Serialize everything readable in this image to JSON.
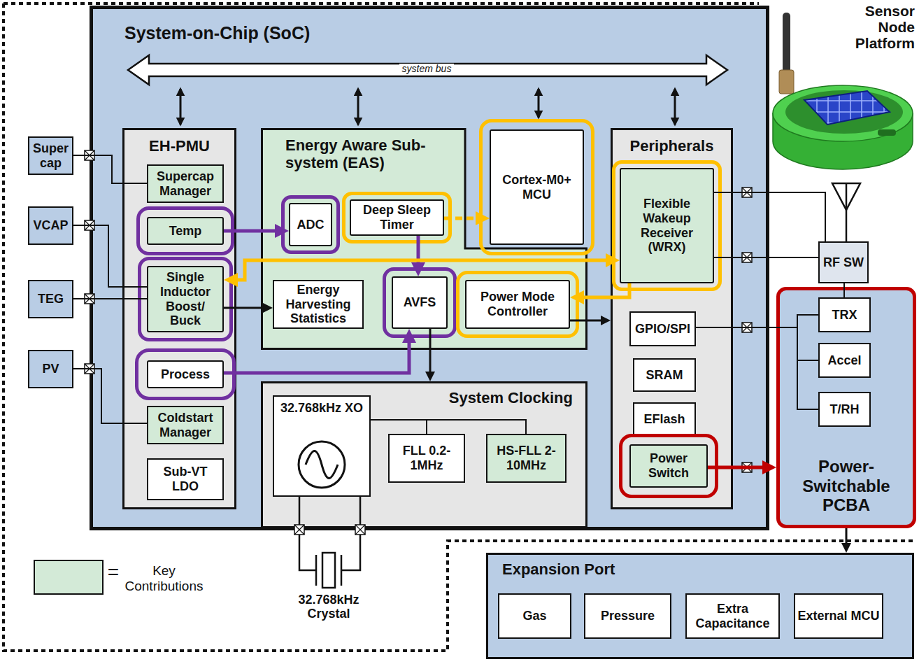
{
  "diagram": {
    "nodes": [
      {
        "text": [
          "System-on-Chip (SoC)"
        ]
      },
      {
        "text": [
          "EH-PMU"
        ],
        "in": 0
      },
      {
        "text": [
          "Supercap Manager"
        ],
        "in": 1
      },
      {
        "text": [
          "Temp"
        ],
        "in": 1
      },
      {
        "text": [
          "Single Inductor Boost/ Buck"
        ],
        "in": 1
      },
      {
        "text": [
          "Process"
        ],
        "in": 1
      },
      {
        "text": [
          "Coldstart Manager"
        ],
        "in": 1
      },
      {
        "text": [
          "Sub-VT LDO"
        ],
        "in": 1
      },
      {
        "text": [
          "Energy Aware Sub-system (EAS)"
        ],
        "in": 0
      },
      {
        "text": [
          "ADC"
        ],
        "in": 8
      },
      {
        "text": [
          "Deep Sleep Timer"
        ],
        "in": 8
      },
      {
        "text": [
          "Energy Harvesting Statistics"
        ],
        "in": 8
      },
      {
        "text": [
          "AVFS"
        ],
        "in": 8
      },
      {
        "text": [
          "Power Mode Controller"
        ],
        "in": 8
      },
      {
        "text": [
          "Cortex-M0+ MCU"
        ],
        "in": 0
      },
      {
        "text": [
          "Peripherals"
        ],
        "in": 0
      },
      {
        "text": [
          "Flexible Wakeup Receiver (WRX)"
        ],
        "in": 15
      },
      {
        "text": [
          "GPIO/SPI"
        ],
        "in": 15
      },
      {
        "text": [
          "SRAM"
        ],
        "in": 15
      },
      {
        "text": [
          "EFlash"
        ],
        "in": 15
      },
      {
        "text": [
          "Power Switch"
        ],
        "in": 15
      },
      {
        "text": [
          "System Clocking"
        ],
        "in": 0
      },
      {
        "text": [
          "32.768kHz XO"
        ],
        "in": 21
      },
      {
        "text": [
          "FLL 0.2-1MHz"
        ],
        "in": 21
      },
      {
        "text": [
          "HS-FLL 2-10MHz"
        ],
        "in": 21
      },
      {
        "text": [
          "Super cap"
        ]
      },
      {
        "text": [
          "VCAP"
        ]
      },
      {
        "text": [
          "TEG"
        ]
      },
      {
        "text": [
          "PV"
        ]
      },
      {
        "text": [
          "RF SW"
        ]
      },
      {
        "text": [
          "Power-Switchable PCBA"
        ]
      },
      {
        "text": [
          "TRX"
        ],
        "in": 30
      },
      {
        "text": [
          "Accel"
        ],
        "in": 30
      },
      {
        "text": [
          "T/RH"
        ],
        "in": 30
      },
      {
        "text": [
          "Expansion Port"
        ]
      },
      {
        "text": [
          "Gas"
        ],
        "in": 34
      },
      {
        "text": [
          "Pressure"
        ],
        "in": 34
      },
      {
        "text": [
          "Extra Capacitance"
        ],
        "in": 34
      },
      {
        "text": [
          "External MCU"
        ],
        "in": 34
      }
    ],
    "edges": [
      {
        "from": 3,
        "to": 9,
        "arrow": "to"
      },
      {
        "from": 5,
        "to": 12,
        "arrow": "to"
      },
      {
        "from": 10,
        "to": 14,
        "arrow": "to"
      },
      {
        "from": 10,
        "to": 12,
        "arrow": "to"
      },
      {
        "from": 4,
        "to": 16,
        "arrow": "both"
      },
      {
        "from": 16,
        "to": 13,
        "arrow": "to"
      },
      {
        "from": 4,
        "to": 11,
        "arrow": "to"
      },
      {
        "from": 13,
        "to": 15,
        "arrow": "to"
      },
      {
        "from": 12,
        "to": 21,
        "arrow": "to"
      },
      {
        "from": 16,
        "to": 29,
        "arrow": "none"
      },
      {
        "from": 16,
        "to": 29,
        "arrow": "none"
      },
      {
        "from": 29,
        "to": 31,
        "arrow": "none"
      },
      {
        "from": 17,
        "to": 31,
        "arrow": "none"
      },
      {
        "from": 17,
        "to": 32,
        "arrow": "none"
      },
      {
        "from": 17,
        "to": 33,
        "arrow": "none"
      },
      {
        "from": 20,
        "to": 30,
        "arrow": "to"
      },
      {
        "from": 30,
        "to": 34,
        "arrow": "to"
      },
      {
        "from": 25,
        "to": 2,
        "arrow": "none"
      },
      {
        "from": 26,
        "to": 4,
        "arrow": "none"
      },
      {
        "from": 27,
        "to": 4,
        "arrow": "none"
      },
      {
        "from": 28,
        "to": 6,
        "arrow": "none"
      },
      {
        "from": 22,
        "to": 23,
        "arrow": "none"
      },
      {
        "from": 22,
        "to": 24,
        "arrow": "none"
      }
    ],
    "labels": [
      "system bus",
      "Sensor Node Platform",
      "32.768kHz Crystal",
      "="
    ],
    "legend": [
      {
        "text": "Key Contributions",
        "color": "#d3ead7"
      }
    ]
  }
}
